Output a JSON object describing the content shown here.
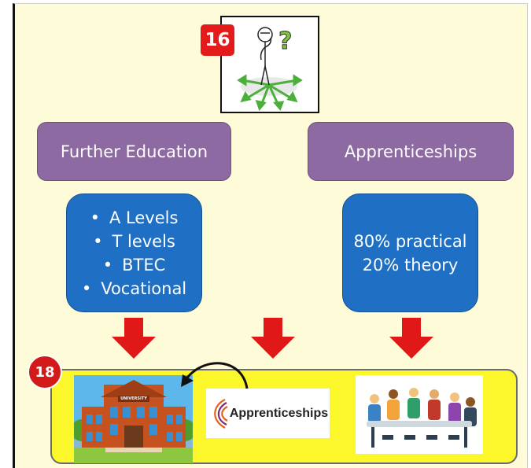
{
  "badges": {
    "top": "16",
    "bottom": "18"
  },
  "boxes": {
    "further_education": "Further Education",
    "apprenticeships": "Apprenticeships"
  },
  "further_education_list": [
    "A Levels",
    "T levels",
    "BTEC",
    "Vocational"
  ],
  "apprenticeship_split": {
    "line1": "80% practical",
    "line2": "20% theory"
  },
  "university_sign": "UNIVERSITY",
  "apprenticeships_logo_text": "Apprenticeships",
  "colors": {
    "background": "#fefbd8",
    "purple_box": "#8e6aa3",
    "blue_box": "#1f6fc4",
    "arrow_red": "#e01818",
    "yellow_bar": "#fbf72a"
  }
}
